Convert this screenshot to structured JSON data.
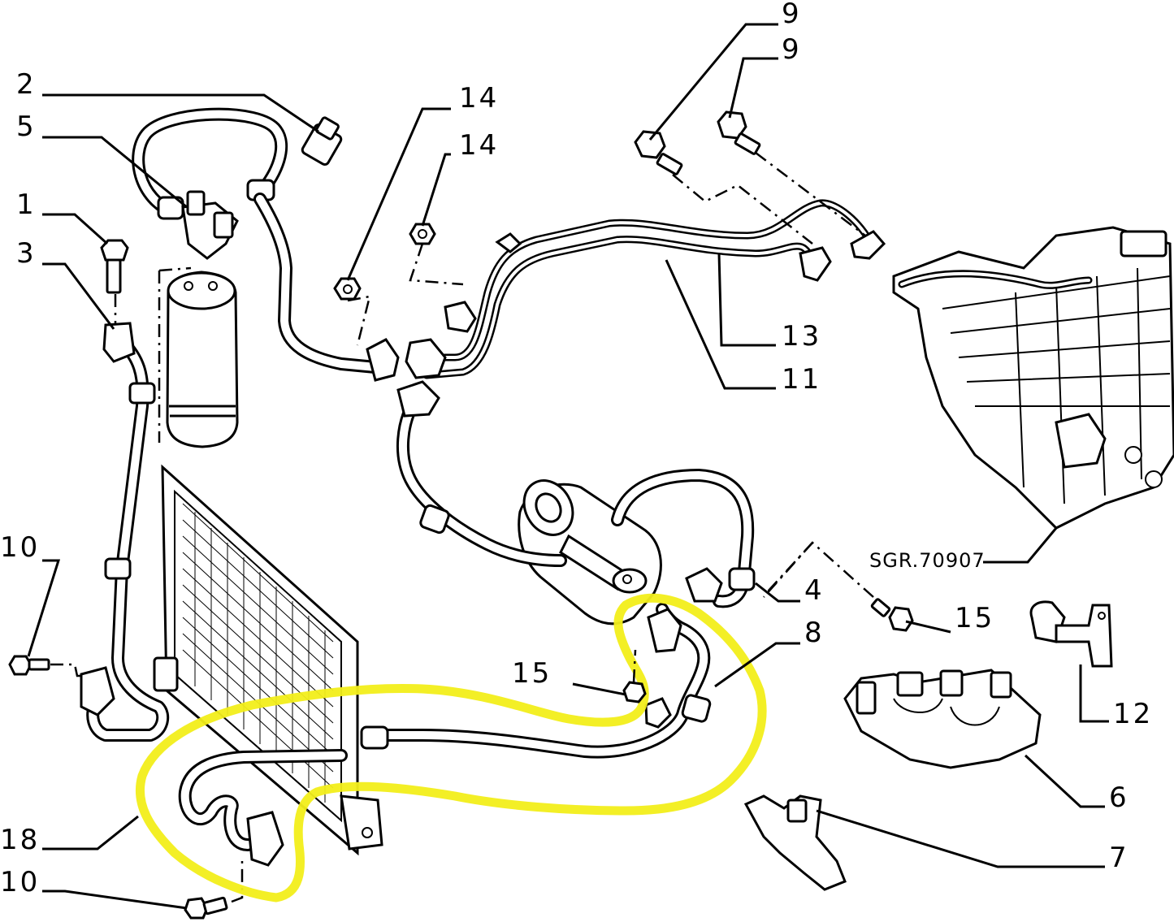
{
  "diagram": {
    "drawing_code": "SGR.70907",
    "highlight_color": "#f2ee1a",
    "callouts": [
      "1",
      "2",
      "3",
      "4",
      "5",
      "6",
      "7",
      "8",
      "9",
      "9",
      "10",
      "10",
      "11",
      "12",
      "13",
      "14",
      "14",
      "15",
      "15",
      "18"
    ]
  }
}
